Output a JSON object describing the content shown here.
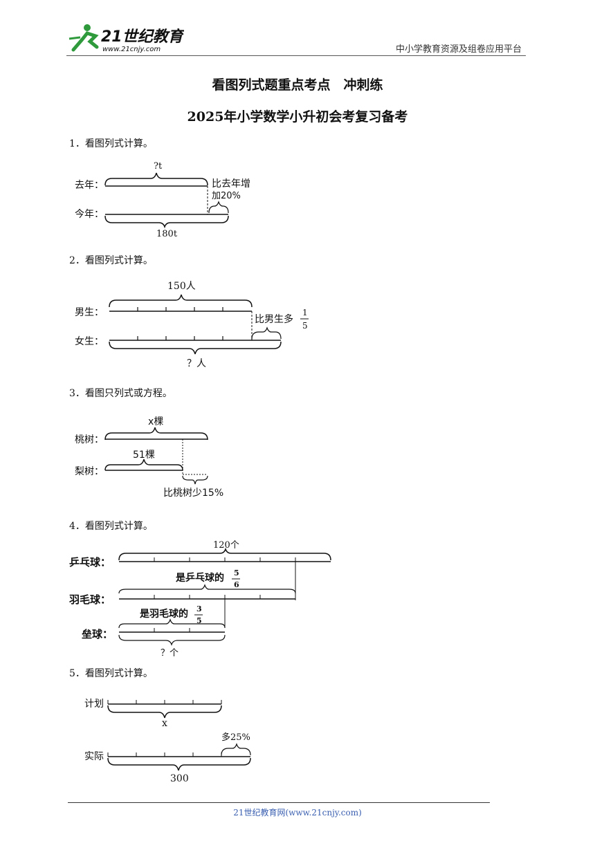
{
  "header": {
    "logo_main": "21世纪教育",
    "logo_url": "www.21cnjy.com",
    "right_text": "中小学教育资源及组卷应用平台"
  },
  "title": {
    "line1": "看图列式题重点考点　冲刺练",
    "line2": "2025年小学数学小升初会考复习备考"
  },
  "questions": [
    {
      "label": "1．看图列式计算。",
      "row1": "去年：",
      "row2": "今年：",
      "top": "?t",
      "bottom": "180t",
      "note1": "比去年增",
      "note2": "加20%"
    },
    {
      "label": "2．看图列式计算。",
      "row1": "男生：",
      "row2": "女生：",
      "top": "150人",
      "bottom": "？人",
      "note": "比男生多",
      "frac_num": "1",
      "frac_den": "5"
    },
    {
      "label": "3．看图只列式或方程。",
      "row1": "桃树：",
      "row2": "梨树：",
      "top": "x棵",
      "mid": "51棵",
      "note": "比桃树少15%"
    },
    {
      "label": "4．看图列式计算。",
      "row1": "乒乓球：",
      "row2": "羽毛球：",
      "row3": "垒球：",
      "top": "120个",
      "note1": "是乒乓球的",
      "frac1_num": "5",
      "frac1_den": "6",
      "note2": "是羽毛球的",
      "frac2_num": "3",
      "frac2_den": "5",
      "bottom": "？个"
    },
    {
      "label": "5．看图列式计算。",
      "row1": "计划",
      "row2": "实际",
      "plan_value": "x",
      "actual_value": "300",
      "note": "多25%"
    }
  ],
  "footer": {
    "text": "21世纪教育网(www.21cnjy.com)"
  }
}
